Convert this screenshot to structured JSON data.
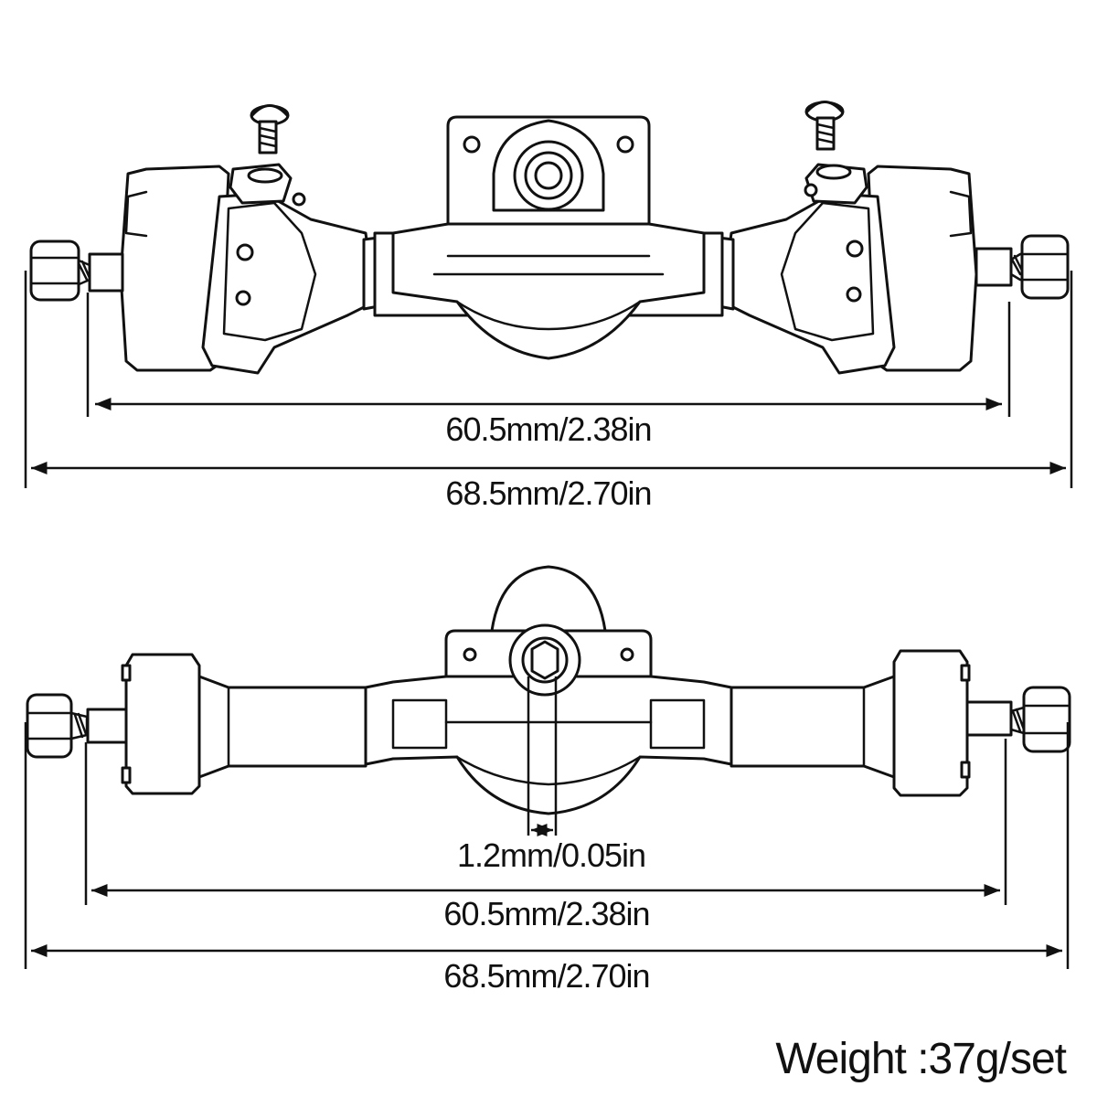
{
  "colors": {
    "line": "#111111",
    "background": "#ffffff"
  },
  "top_view": {
    "inner_width_label": "60.5mm/2.38in",
    "outer_width_label": "68.5mm/2.70in"
  },
  "bottom_view": {
    "offset_label": "1.2mm/0.05in",
    "inner_width_label": "60.5mm/2.38in",
    "outer_width_label": "68.5mm/2.70in"
  },
  "weight_label": "Weight :37g/set"
}
